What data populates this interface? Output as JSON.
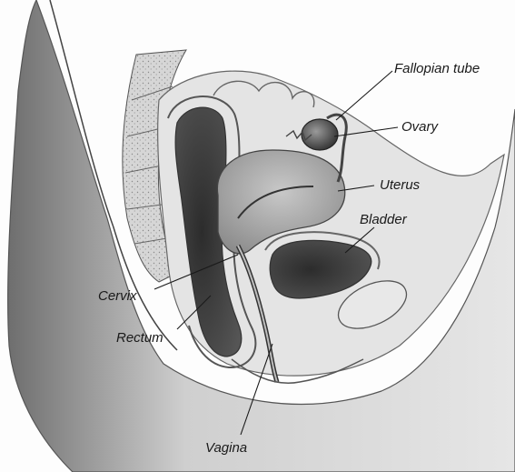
{
  "diagram": {
    "labels": {
      "fallopian_tube": "Fallopian tube",
      "ovary": "Ovary",
      "uterus": "Uterus",
      "bladder": "Bladder",
      "cervix": "Cervix",
      "rectum": "Rectum",
      "vagina": "Vagina"
    }
  }
}
